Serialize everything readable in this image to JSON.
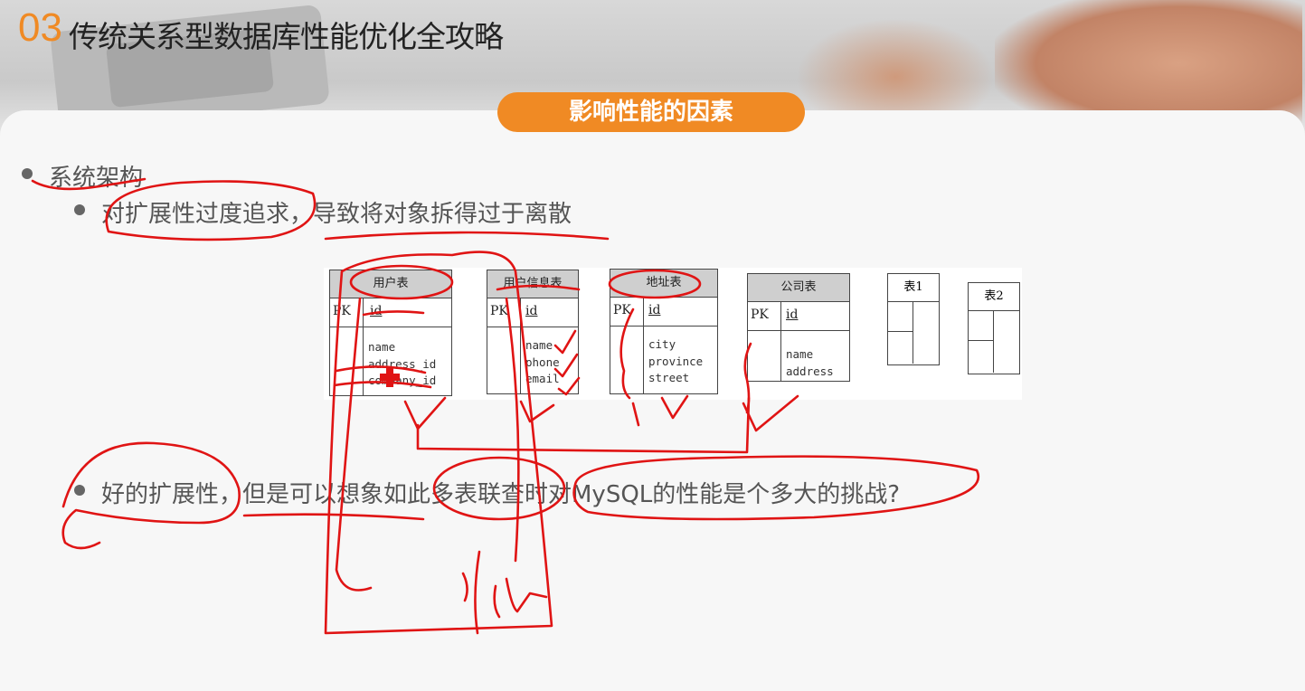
{
  "header": {
    "section_number": "03",
    "title": "传统关系型数据库性能优化全攻略"
  },
  "pill_label": "影响性能的因素",
  "bullets": {
    "b1": "系统架构",
    "b2": "对扩展性过度追求，导致将对象拆得过于离散",
    "b3": "好的扩展性，但是可以想象如此多表联查时对MySQL的性能是个多大的挑战?"
  },
  "diagram": {
    "pk_label": "PK",
    "id_label": "id",
    "tables": {
      "user": {
        "title": "用户表",
        "fields": [
          "name",
          "address_id",
          "company_id"
        ]
      },
      "user_info": {
        "title": "用户信息表",
        "fields": [
          "name",
          "phone",
          "email"
        ]
      },
      "address": {
        "title": "地址表",
        "fields": [
          "city",
          "province",
          "street"
        ]
      },
      "company": {
        "title": "公司表",
        "fields": [
          "name",
          "address"
        ]
      },
      "t1": {
        "title": "表1"
      },
      "t2": {
        "title": "表2"
      }
    }
  },
  "annotation_color": "#e01414",
  "accent_color": "#f08a24"
}
